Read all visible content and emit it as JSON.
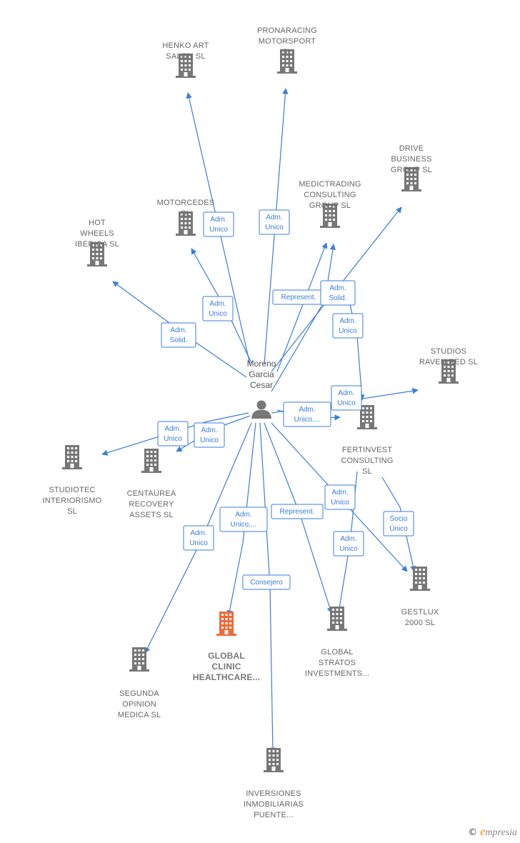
{
  "person": {
    "name_lines": [
      "Moreno",
      "Garcia",
      "Cesar"
    ],
    "icon": "person-icon"
  },
  "colors": {
    "edge": "#3b7dd8",
    "building": "#777777",
    "building_focus": "#f06a3a",
    "person": "#777777"
  },
  "nodes": [
    {
      "id": "henko",
      "icon": "building-icon",
      "label_lines": [
        "HENKO ART",
        "SALON  SL"
      ],
      "focus": false
    },
    {
      "id": "pronaracing",
      "icon": "building-icon",
      "label_lines": [
        "PRONARACING",
        "MOTORSPORT",
        "SL"
      ],
      "focus": false
    },
    {
      "id": "drive",
      "icon": "building-icon",
      "label_lines": [
        "DRIVE",
        "BUSINESS",
        "GROUP  SL"
      ],
      "focus": false
    },
    {
      "id": "medictrading",
      "icon": "building-icon",
      "label_lines": [
        "MEDICTRADING",
        "CONSULTING",
        "GROUP  SL"
      ],
      "focus": false
    },
    {
      "id": "motorcedes",
      "icon": "building-icon",
      "label_lines": [
        "MOTORCEDES",
        "SL"
      ],
      "focus": false
    },
    {
      "id": "hotwheels",
      "icon": "building-icon",
      "label_lines": [
        "HOT",
        "WHEELS",
        "IBERICA  SL"
      ],
      "focus": false
    },
    {
      "id": "studiosraven",
      "icon": "building-icon",
      "label_lines": [
        "STUDIOS",
        "RAVEN RED  SL"
      ],
      "focus": false
    },
    {
      "id": "fertinvest",
      "icon": "building-icon",
      "label_lines": [
        "FERTINVEST",
        "CONSULTING",
        "SL"
      ],
      "focus": false
    },
    {
      "id": "studiotec",
      "icon": "building-icon",
      "label_lines": [
        "STUDIOTEC",
        "INTERIORISMO",
        "SL"
      ],
      "focus": false
    },
    {
      "id": "centaurea",
      "icon": "building-icon",
      "label_lines": [
        "CENTAUREA",
        "RECOVERY",
        "ASSETS  SL"
      ],
      "focus": false
    },
    {
      "id": "gestlux",
      "icon": "building-icon",
      "label_lines": [
        "GESTLUX",
        "2000  SL"
      ],
      "focus": false
    },
    {
      "id": "globalstratos",
      "icon": "building-icon",
      "label_lines": [
        "GLOBAL",
        "STRATOS",
        "INVESTMENTS..."
      ],
      "focus": false
    },
    {
      "id": "globalclinic",
      "icon": "building-icon",
      "label_lines": [
        "GLOBAL",
        "CLINIC",
        "HEALTHCARE..."
      ],
      "focus": true
    },
    {
      "id": "segunda",
      "icon": "building-icon",
      "label_lines": [
        "SEGUNDA",
        "OPINION",
        "MEDICA SL"
      ],
      "focus": false
    },
    {
      "id": "inversiones",
      "icon": "building-icon",
      "label_lines": [
        "INVERSIONES",
        "INMOBILIARIAS",
        "PUENTE..."
      ],
      "focus": false
    }
  ],
  "roles": [
    {
      "id": "r-henko",
      "lines": [
        "Adm.",
        "Unico"
      ]
    },
    {
      "id": "r-pronaracing",
      "lines": [
        "Adm.",
        "Unico"
      ]
    },
    {
      "id": "r-motorcedes",
      "lines": [
        "Adm.",
        "Unico"
      ]
    },
    {
      "id": "r-hotwheels",
      "lines": [
        "Adm.",
        "Solid."
      ]
    },
    {
      "id": "r-medictrading",
      "lines": [
        "Represent."
      ]
    },
    {
      "id": "r-drive",
      "lines": [
        "Adm.",
        "Solid."
      ]
    },
    {
      "id": "r-fertinvest-top",
      "lines": [
        "Adm.",
        "Unico"
      ]
    },
    {
      "id": "r-studiosraven",
      "lines": [
        "Adm.",
        "Unico"
      ]
    },
    {
      "id": "r-fertinvest",
      "lines": [
        "Adm.",
        "Unico,..."
      ]
    },
    {
      "id": "r-studiotec",
      "lines": [
        "Adm.",
        "Unico"
      ]
    },
    {
      "id": "r-centaurea",
      "lines": [
        "Adm.",
        "Unico"
      ]
    },
    {
      "id": "r-gestlux-a",
      "lines": [
        "Adm.",
        "Unico"
      ]
    },
    {
      "id": "r-gestlux-socio",
      "lines": [
        "Socio",
        "Único"
      ]
    },
    {
      "id": "r-globalstratos-rep",
      "lines": [
        "Represent."
      ]
    },
    {
      "id": "r-globalstratos-adm",
      "lines": [
        "Adm.",
        "Unico"
      ]
    },
    {
      "id": "r-globalclinic",
      "lines": [
        "Adm.",
        "Unico,..."
      ]
    },
    {
      "id": "r-segunda",
      "lines": [
        "Adm.",
        "Unico"
      ]
    },
    {
      "id": "r-inversiones",
      "lines": [
        "Consejero"
      ]
    }
  ],
  "copyright": {
    "symbol": "©",
    "brand_initial": "e",
    "brand_rest": "mpresia"
  }
}
